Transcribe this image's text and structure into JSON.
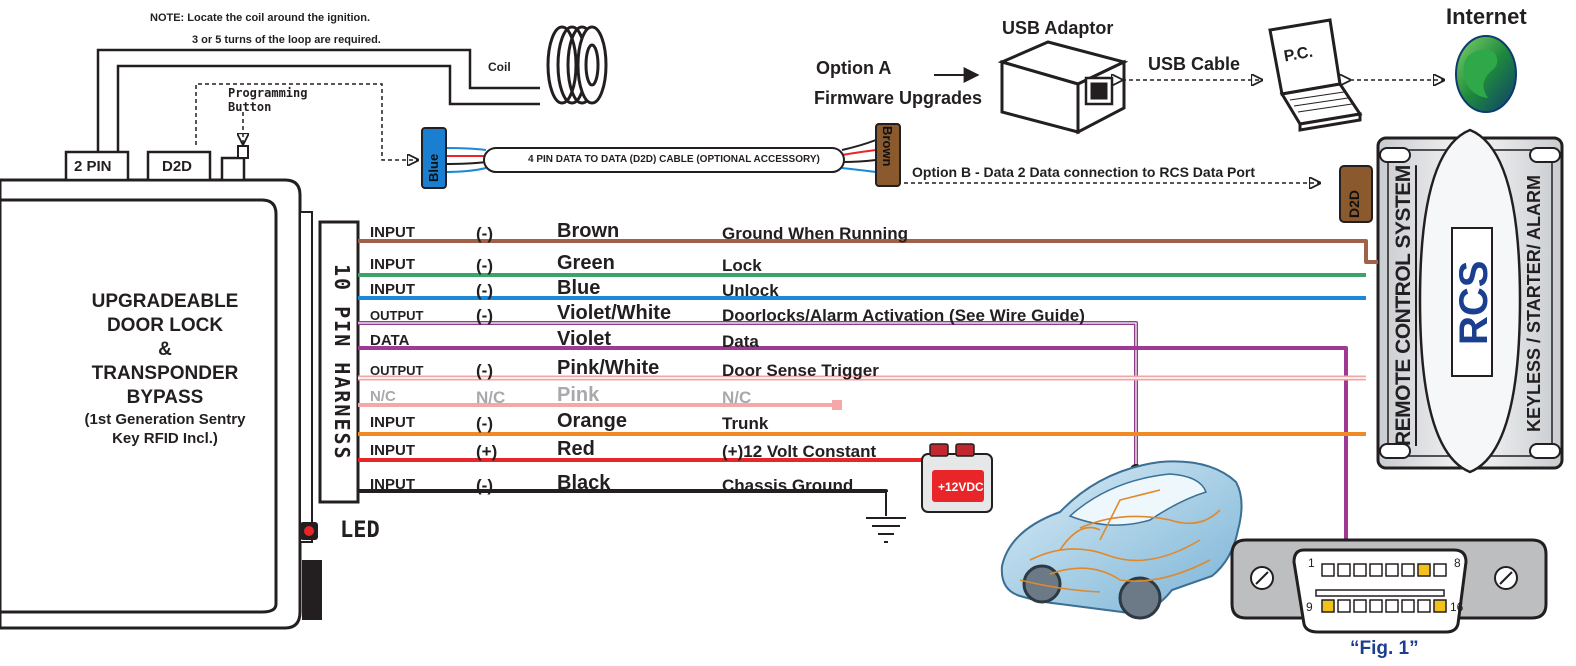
{
  "note": {
    "line1": "NOTE: Locate the coil around the ignition.",
    "line2": "3 or 5 turns of the loop are required."
  },
  "coil_label": "Coil",
  "programming_button": {
    "line1": "Programming",
    "line2": "Button"
  },
  "ports": {
    "two_pin": "2 PIN",
    "d2d": "D2D"
  },
  "cable": {
    "label": "4 PIN DATA TO DATA (D2D) CABLE (OPTIONAL ACCESSORY)",
    "left_connector": "Blue",
    "right_connector": "Brown"
  },
  "option_b": "Option B - Data 2 Data connection to RCS Data Port",
  "option_a": {
    "line1": "Option A",
    "line2": "Firmware Upgrades"
  },
  "usb_adaptor": "USB Adaptor",
  "usb_cable": "USB Cable",
  "pc_label": "P.C.",
  "internet": "Internet",
  "module": {
    "line1": "UPGRADEABLE",
    "line2": "DOOR LOCK",
    "line3": "&",
    "line4": "TRANSPONDER",
    "line5": "BYPASS",
    "line6": "(1st Generation Sentry",
    "line7": "Key RFID Incl.)"
  },
  "harness": "10 PIN HARNESS",
  "led": "LED",
  "rcs": {
    "d2d": "D2D",
    "logo": "RCS",
    "left_text": "REMOTE CONTROL SYSTEM",
    "right_text": "KEYLESS  / STARTER/ ALARM"
  },
  "battery": "+12VDC",
  "fig": "“Fig. 1”",
  "obd": {
    "pin1": "1",
    "pin8": "8",
    "pin9": "9",
    "pin16": "16"
  },
  "wires": [
    {
      "type": "INPUT",
      "polarity": "(-)",
      "color": "Brown",
      "function": "Ground When Running",
      "hex": "#a0614b"
    },
    {
      "type": "INPUT",
      "polarity": "(-)",
      "color": "Green",
      "function": "Lock",
      "hex": "#3aa46a"
    },
    {
      "type": "INPUT",
      "polarity": "(-)",
      "color": "Blue",
      "function": "Unlock",
      "hex": "#1a8ad6"
    },
    {
      "type": "OUTPUT",
      "polarity": "(-)",
      "color": "Violet/White",
      "function": "Doorlocks/Alarm Activation (See Wire Guide)",
      "hex": "#8e3c8c"
    },
    {
      "type": "DATA",
      "polarity": "",
      "color": "Violet",
      "function": "Data",
      "hex": "#9e3a94"
    },
    {
      "type": "OUTPUT",
      "polarity": "(-)",
      "color": "Pink/White",
      "function": "Door Sense Trigger",
      "hex": "#f2a7a7"
    },
    {
      "type": "N/C",
      "polarity": "N/C",
      "color": "Pink",
      "function": "N/C",
      "hex": "#f4a9a9"
    },
    {
      "type": "INPUT",
      "polarity": "(-)",
      "color": "Orange",
      "function": "Trunk",
      "hex": "#f08a24"
    },
    {
      "type": "INPUT",
      "polarity": "(+)",
      "color": "Red",
      "function": "(+)12 Volt Constant",
      "hex": "#e8262a"
    },
    {
      "type": "INPUT",
      "polarity": "(-)",
      "color": "Black",
      "function": "Chassis Ground",
      "hex": "#231f20"
    }
  ]
}
